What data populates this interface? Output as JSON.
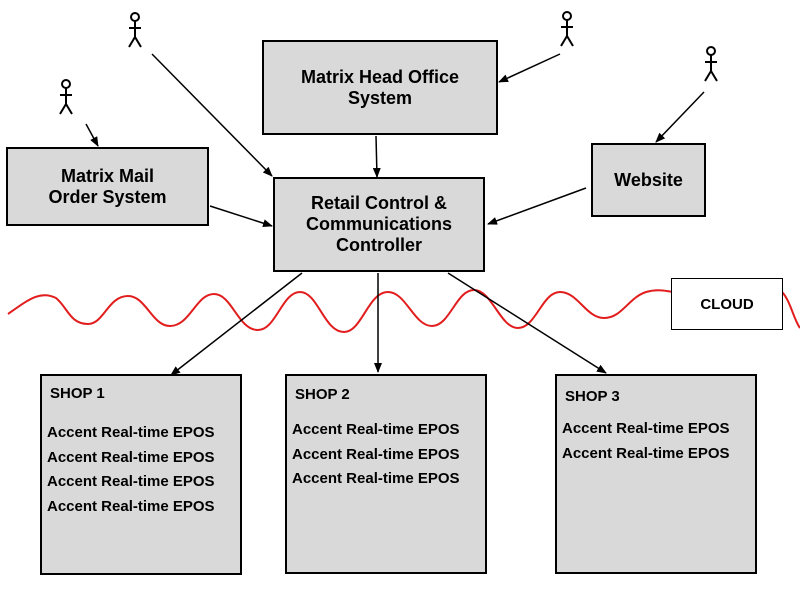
{
  "nodes": {
    "head_office": "Matrix Head Office\nSystem",
    "mail_order": "Matrix Mail\nOrder System",
    "controller": "Retail Control &\nCommunications\nController",
    "website": "Website",
    "cloud": "CLOUD"
  },
  "shops": [
    {
      "title": "SHOP 1",
      "items": [
        "Accent Real-time EPOS",
        "Accent Real-time EPOS",
        "Accent Real-time EPOS",
        "Accent Real-time EPOS"
      ]
    },
    {
      "title": "SHOP 2",
      "items": [
        "Accent Real-time EPOS",
        "Accent Real-time EPOS",
        "Accent Real-time EPOS"
      ]
    },
    {
      "title": "SHOP 3",
      "items": [
        "Accent Real-time EPOS",
        "Accent Real-time EPOS"
      ]
    }
  ],
  "colors": {
    "box_fill": "#d9d9d9",
    "cloud_line": "#e11d1d",
    "stroke": "#000000"
  },
  "icons": [
    "stick-figure-user-icon"
  ]
}
